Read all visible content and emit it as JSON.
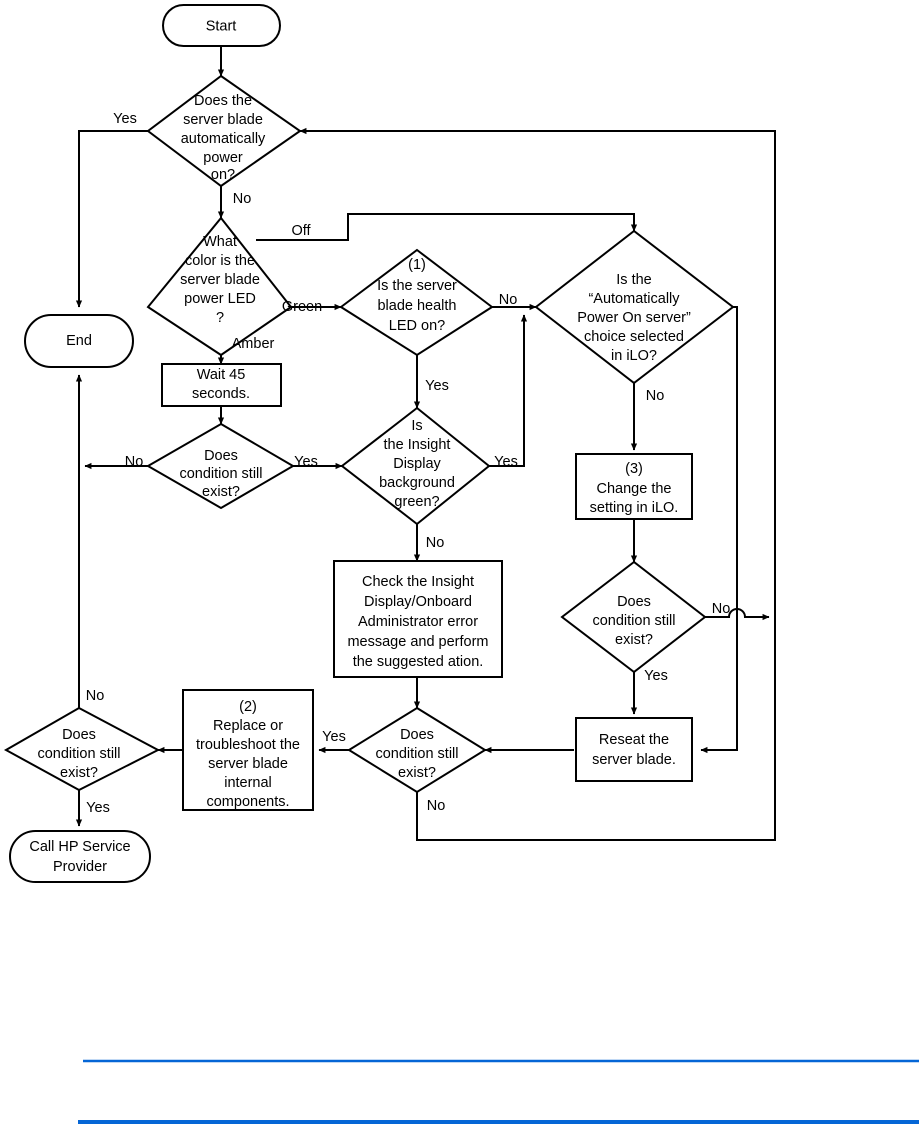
{
  "diagram": {
    "title": "Server blade power-on troubleshooting flowchart",
    "type": "flowchart",
    "line_color": "#000000",
    "fill_color": "#ffffff",
    "rule_color": "#0566d6",
    "nodes": {
      "start": {
        "shape": "terminator",
        "lines": [
          "Start"
        ]
      },
      "auto_power": {
        "shape": "decision",
        "lines": [
          "Does the",
          "server blade",
          "automatically",
          "power",
          "on?"
        ]
      },
      "end": {
        "shape": "terminator",
        "lines": [
          "End"
        ]
      },
      "led_color": {
        "shape": "decision",
        "lines": [
          "What",
          "color is the",
          "server blade",
          "power LED",
          "?"
        ]
      },
      "wait45": {
        "shape": "process",
        "lines": [
          "Wait 45",
          "seconds."
        ]
      },
      "cond_left": {
        "shape": "decision",
        "lines": [
          "Does",
          "condition still",
          "exist?"
        ]
      },
      "health_led": {
        "shape": "decision",
        "lines": [
          "(1)",
          "Is the server",
          "blade health",
          "LED on?"
        ]
      },
      "insight_green": {
        "shape": "decision",
        "lines": [
          "Is",
          "the Insight",
          "Display",
          "background",
          "green?"
        ]
      },
      "check_insight": {
        "shape": "process",
        "lines": [
          "Check the Insight",
          "Display/Onboard",
          "Administrator error",
          "message and perform",
          "the suggested ation."
        ]
      },
      "ilo_choice": {
        "shape": "decision",
        "lines": [
          "Is the",
          "“Automatically",
          "Power On server”",
          "choice selected",
          "in iLO?"
        ]
      },
      "change_ilo": {
        "shape": "process",
        "lines": [
          "(3)",
          "Change the",
          "setting in iLO."
        ]
      },
      "cond_right": {
        "shape": "decision",
        "lines": [
          "Does",
          "condition still",
          "exist?"
        ]
      },
      "reseat": {
        "shape": "process",
        "lines": [
          "Reseat the",
          "server blade."
        ]
      },
      "cond_mid": {
        "shape": "decision",
        "lines": [
          "Does",
          "condition still",
          "exist?"
        ]
      },
      "replace": {
        "shape": "process",
        "lines": [
          "(2)",
          "Replace or",
          "troubleshoot the",
          "server blade",
          "internal",
          "components."
        ]
      },
      "cond_bottom": {
        "shape": "decision",
        "lines": [
          "Does",
          "condition still",
          "exist?"
        ]
      },
      "call_hp": {
        "shape": "terminator",
        "lines": [
          "Call HP Service",
          "Provider"
        ]
      }
    },
    "edge_labels": {
      "auto_power_yes": "Yes",
      "auto_power_no": "No",
      "led_off": "Off",
      "led_green": "Green",
      "led_amber": "Amber",
      "cond_left_no": "No",
      "cond_left_yes": "Yes",
      "health_led_no": "No",
      "health_led_yes": "Yes",
      "insight_green_yes": "Yes",
      "insight_green_no": "No",
      "ilo_no": "No",
      "cond_right_no": "No",
      "cond_right_yes": "Yes",
      "cond_mid_yes": "Yes",
      "cond_mid_no": "No",
      "cond_bottom_no": "No",
      "cond_bottom_yes": "Yes"
    }
  }
}
